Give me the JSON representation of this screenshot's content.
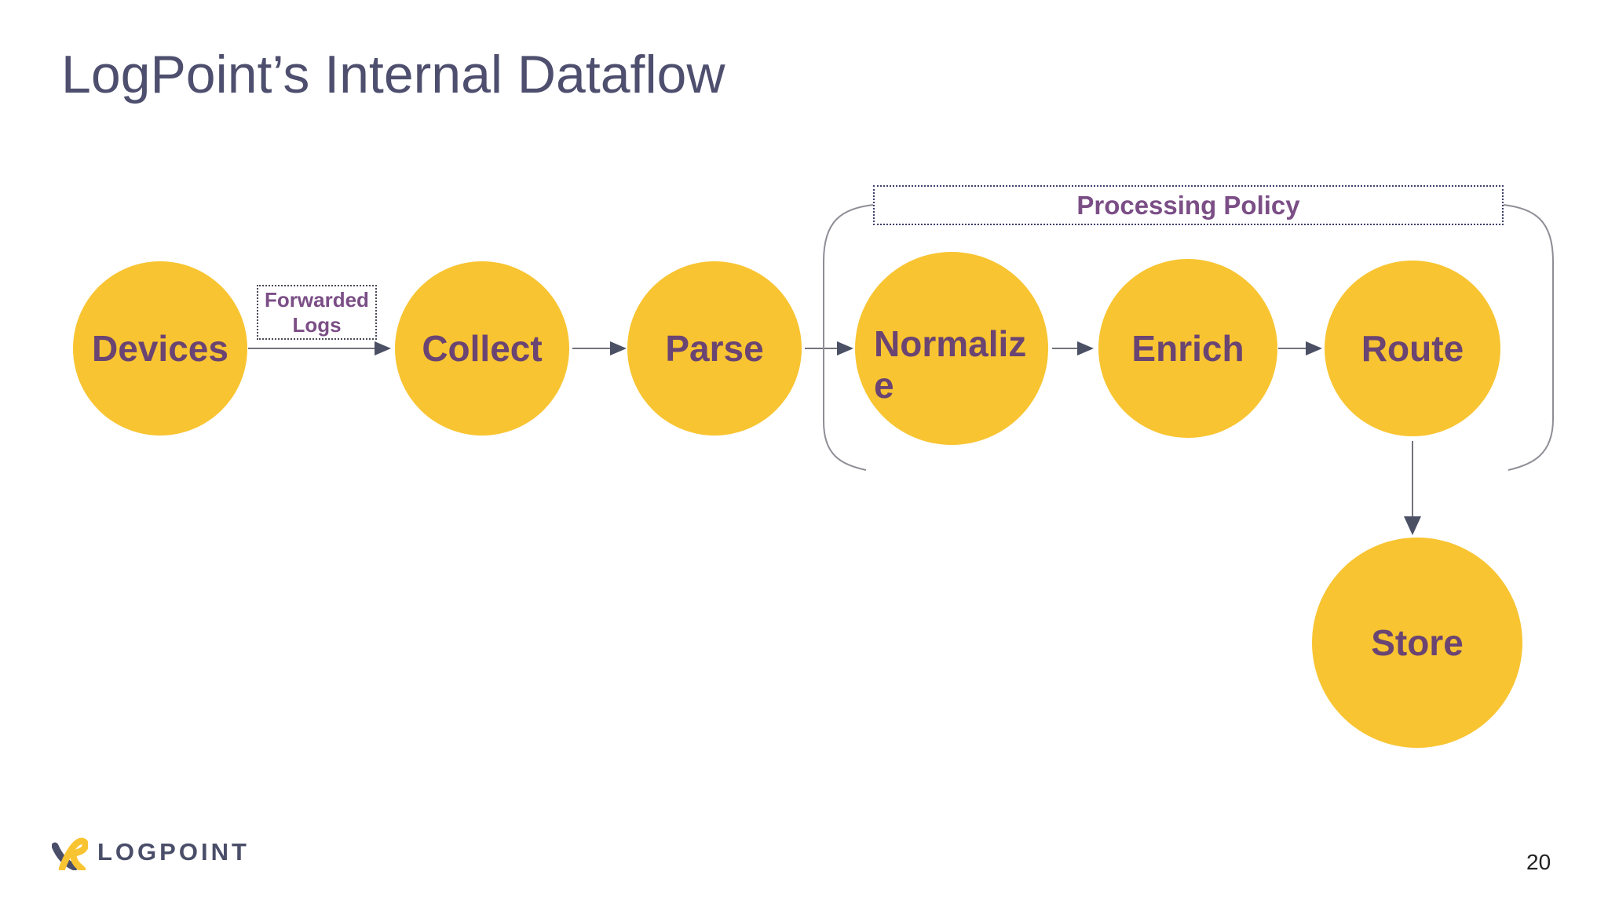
{
  "slide": {
    "title": "LogPoint’s Internal Dataflow",
    "page_number": "20"
  },
  "diagram": {
    "nodes": [
      {
        "id": "devices",
        "label": "Devices"
      },
      {
        "id": "collect",
        "label": "Collect"
      },
      {
        "id": "parse",
        "label": "Parse"
      },
      {
        "id": "normalize",
        "label": "Normalize",
        "display_lines": [
          "Normaliz",
          "e"
        ]
      },
      {
        "id": "enrich",
        "label": "Enrich"
      },
      {
        "id": "route",
        "label": "Route"
      },
      {
        "id": "store",
        "label": "Store"
      }
    ],
    "edges": [
      {
        "from": "devices",
        "to": "collect",
        "label": "Forwarded Logs"
      },
      {
        "from": "collect",
        "to": "parse"
      },
      {
        "from": "parse",
        "to": "normalize"
      },
      {
        "from": "normalize",
        "to": "enrich"
      },
      {
        "from": "enrich",
        "to": "route"
      },
      {
        "from": "route",
        "to": "store"
      }
    ],
    "annotations": {
      "forwarded_logs": {
        "label": "Forwarded Logs",
        "display_lines": [
          "Forwarded",
          "Logs"
        ]
      },
      "processing_policy": {
        "label": "Processing Policy",
        "groups": [
          "normalize",
          "enrich",
          "route"
        ]
      }
    }
  },
  "footer": {
    "logo_text": "LOGPOINT"
  },
  "icons": {
    "logo_mark": "logpoint-loop-icon",
    "edge_marker": "arrowhead-icon"
  },
  "colors": {
    "background": "#FFFFFF",
    "circle_fill": "#F8C431",
    "circle_text": "#6A4472",
    "title_text": "#4E4F6E",
    "annotation_text": "#7B4E86",
    "processing_border": "#3E3E6B",
    "forwarded_border": "#4A4A55",
    "connector_line": "#74747C",
    "arrowhead": "#4B5065",
    "bracket": "#8E8E96",
    "logo_dark": "#4A4E69",
    "logo_yellow": "#F8C431",
    "page_number_text": "#222222"
  }
}
